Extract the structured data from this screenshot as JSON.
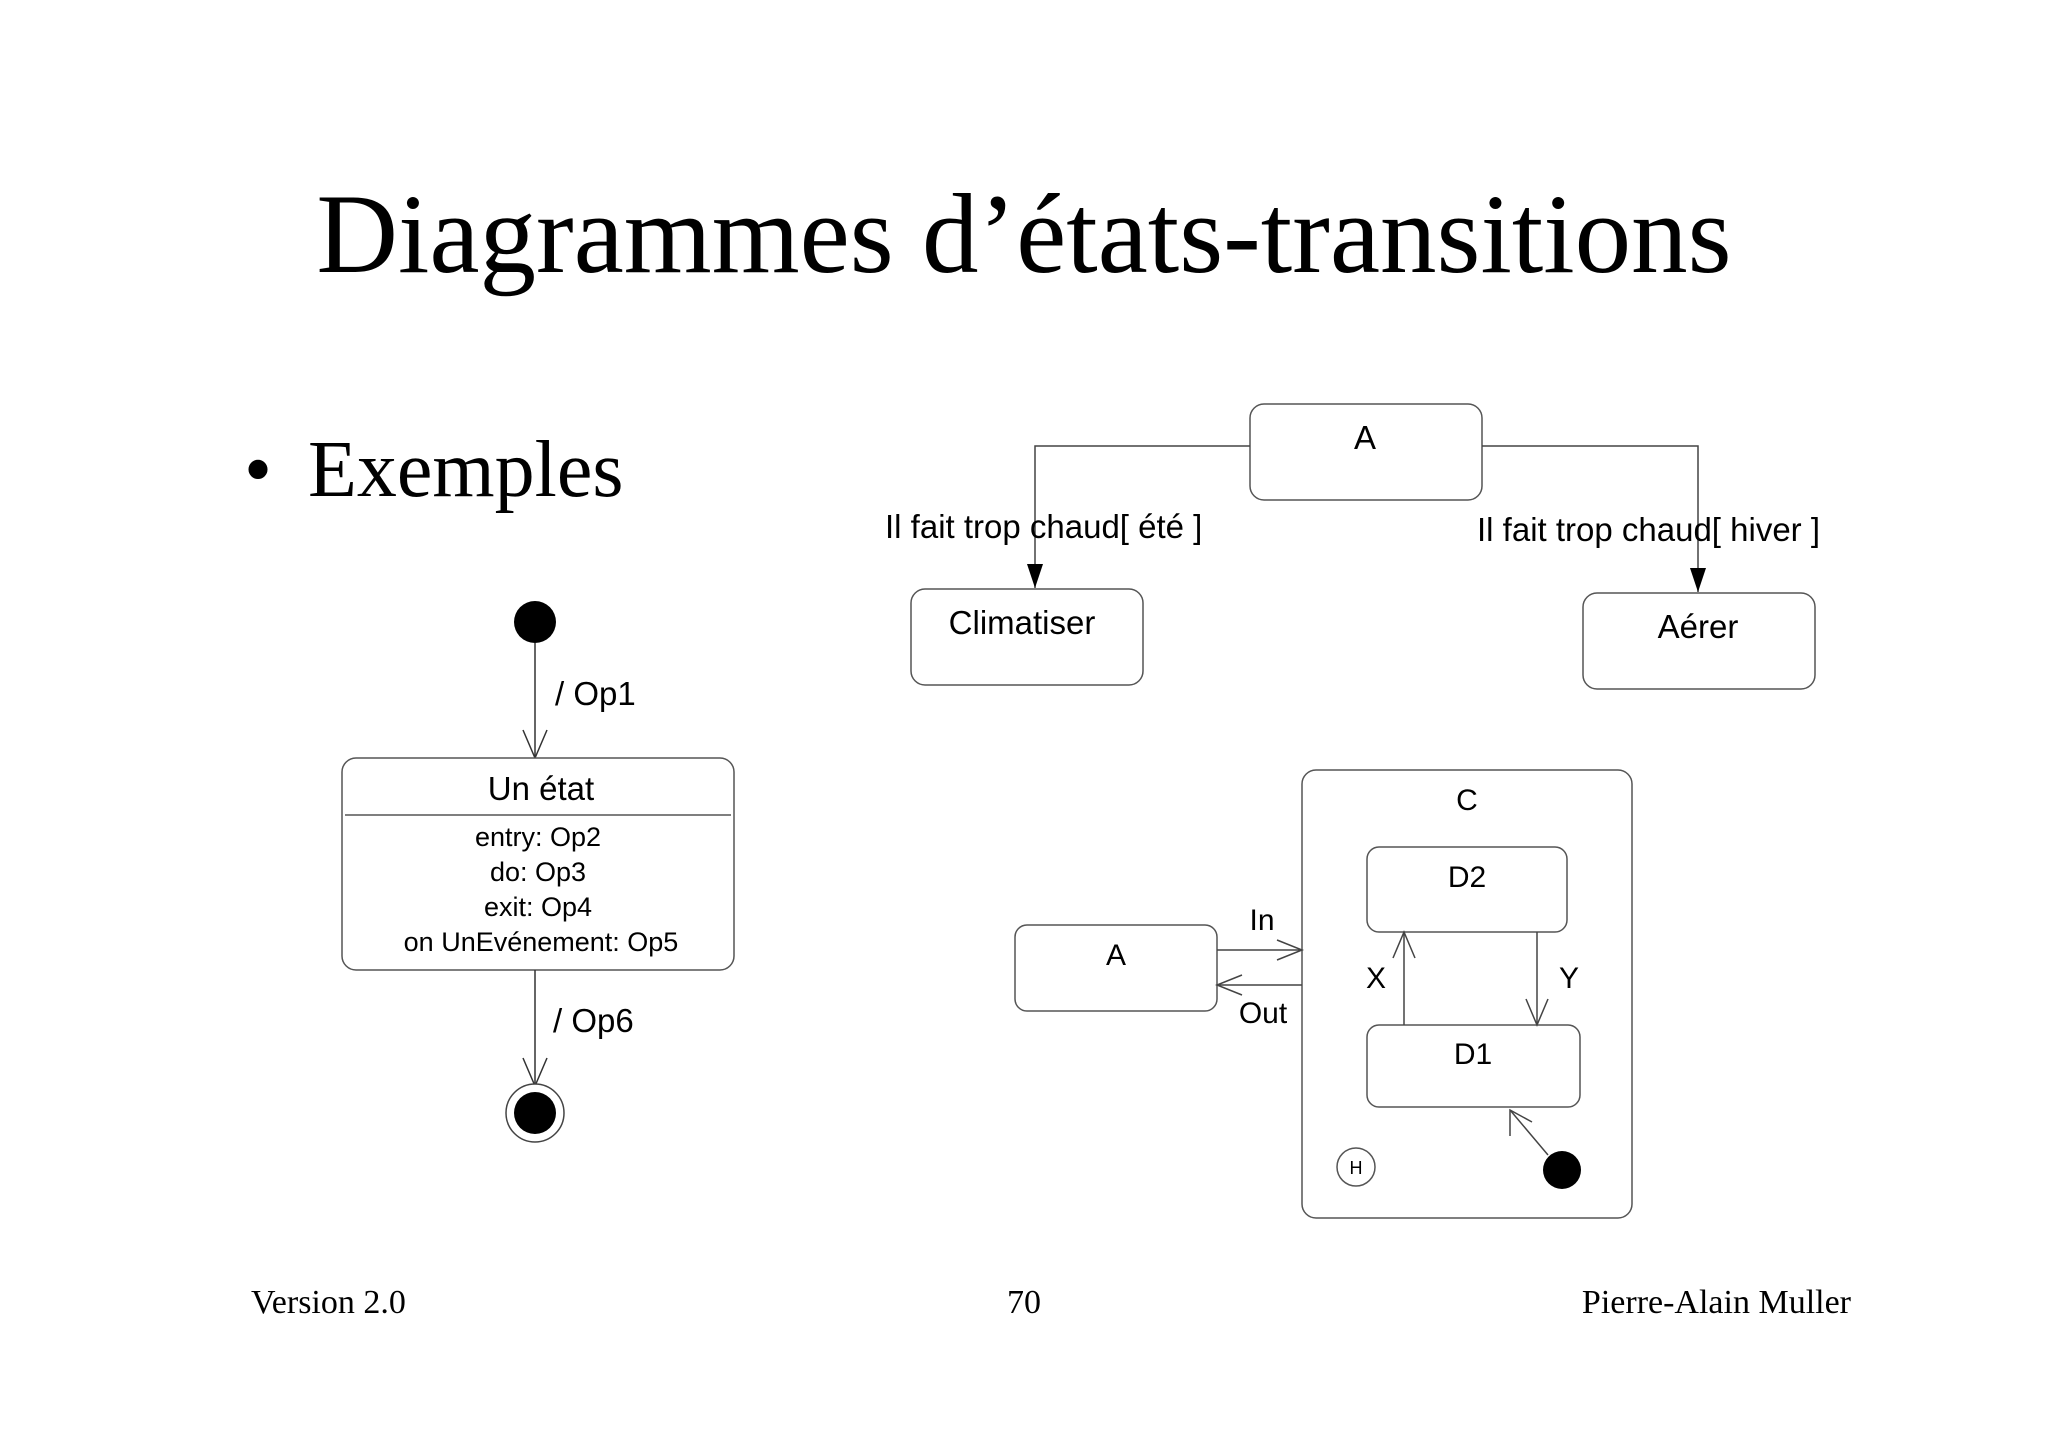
{
  "title": "Diagrammes d’états-transitions",
  "bullet": {
    "symbol": "•",
    "text": "Exemples"
  },
  "footer": {
    "version": "Version 2.0",
    "page": "70",
    "author": "Pierre-Alain Muller"
  },
  "diagram_left": {
    "trans_initial": "/ Op1",
    "state_name": "Un état",
    "activities": [
      "entry: Op2",
      "do: Op3",
      "exit: Op4",
      "on UnEvénement: Op5"
    ],
    "trans_final": "/ Op6"
  },
  "diagram_top": {
    "state_a": "A",
    "guard_left": "Il fait trop chaud[ été ]",
    "guard_right": "Il fait trop chaud[ hiver ]",
    "state_left": "Climatiser",
    "state_right": "Aérer"
  },
  "diagram_bottom": {
    "state_a": "A",
    "composite": "C",
    "state_d2": "D2",
    "state_d1": "D1",
    "trans_in": "In",
    "trans_out": "Out",
    "trans_x": "X",
    "trans_y": "Y",
    "history": "H"
  }
}
